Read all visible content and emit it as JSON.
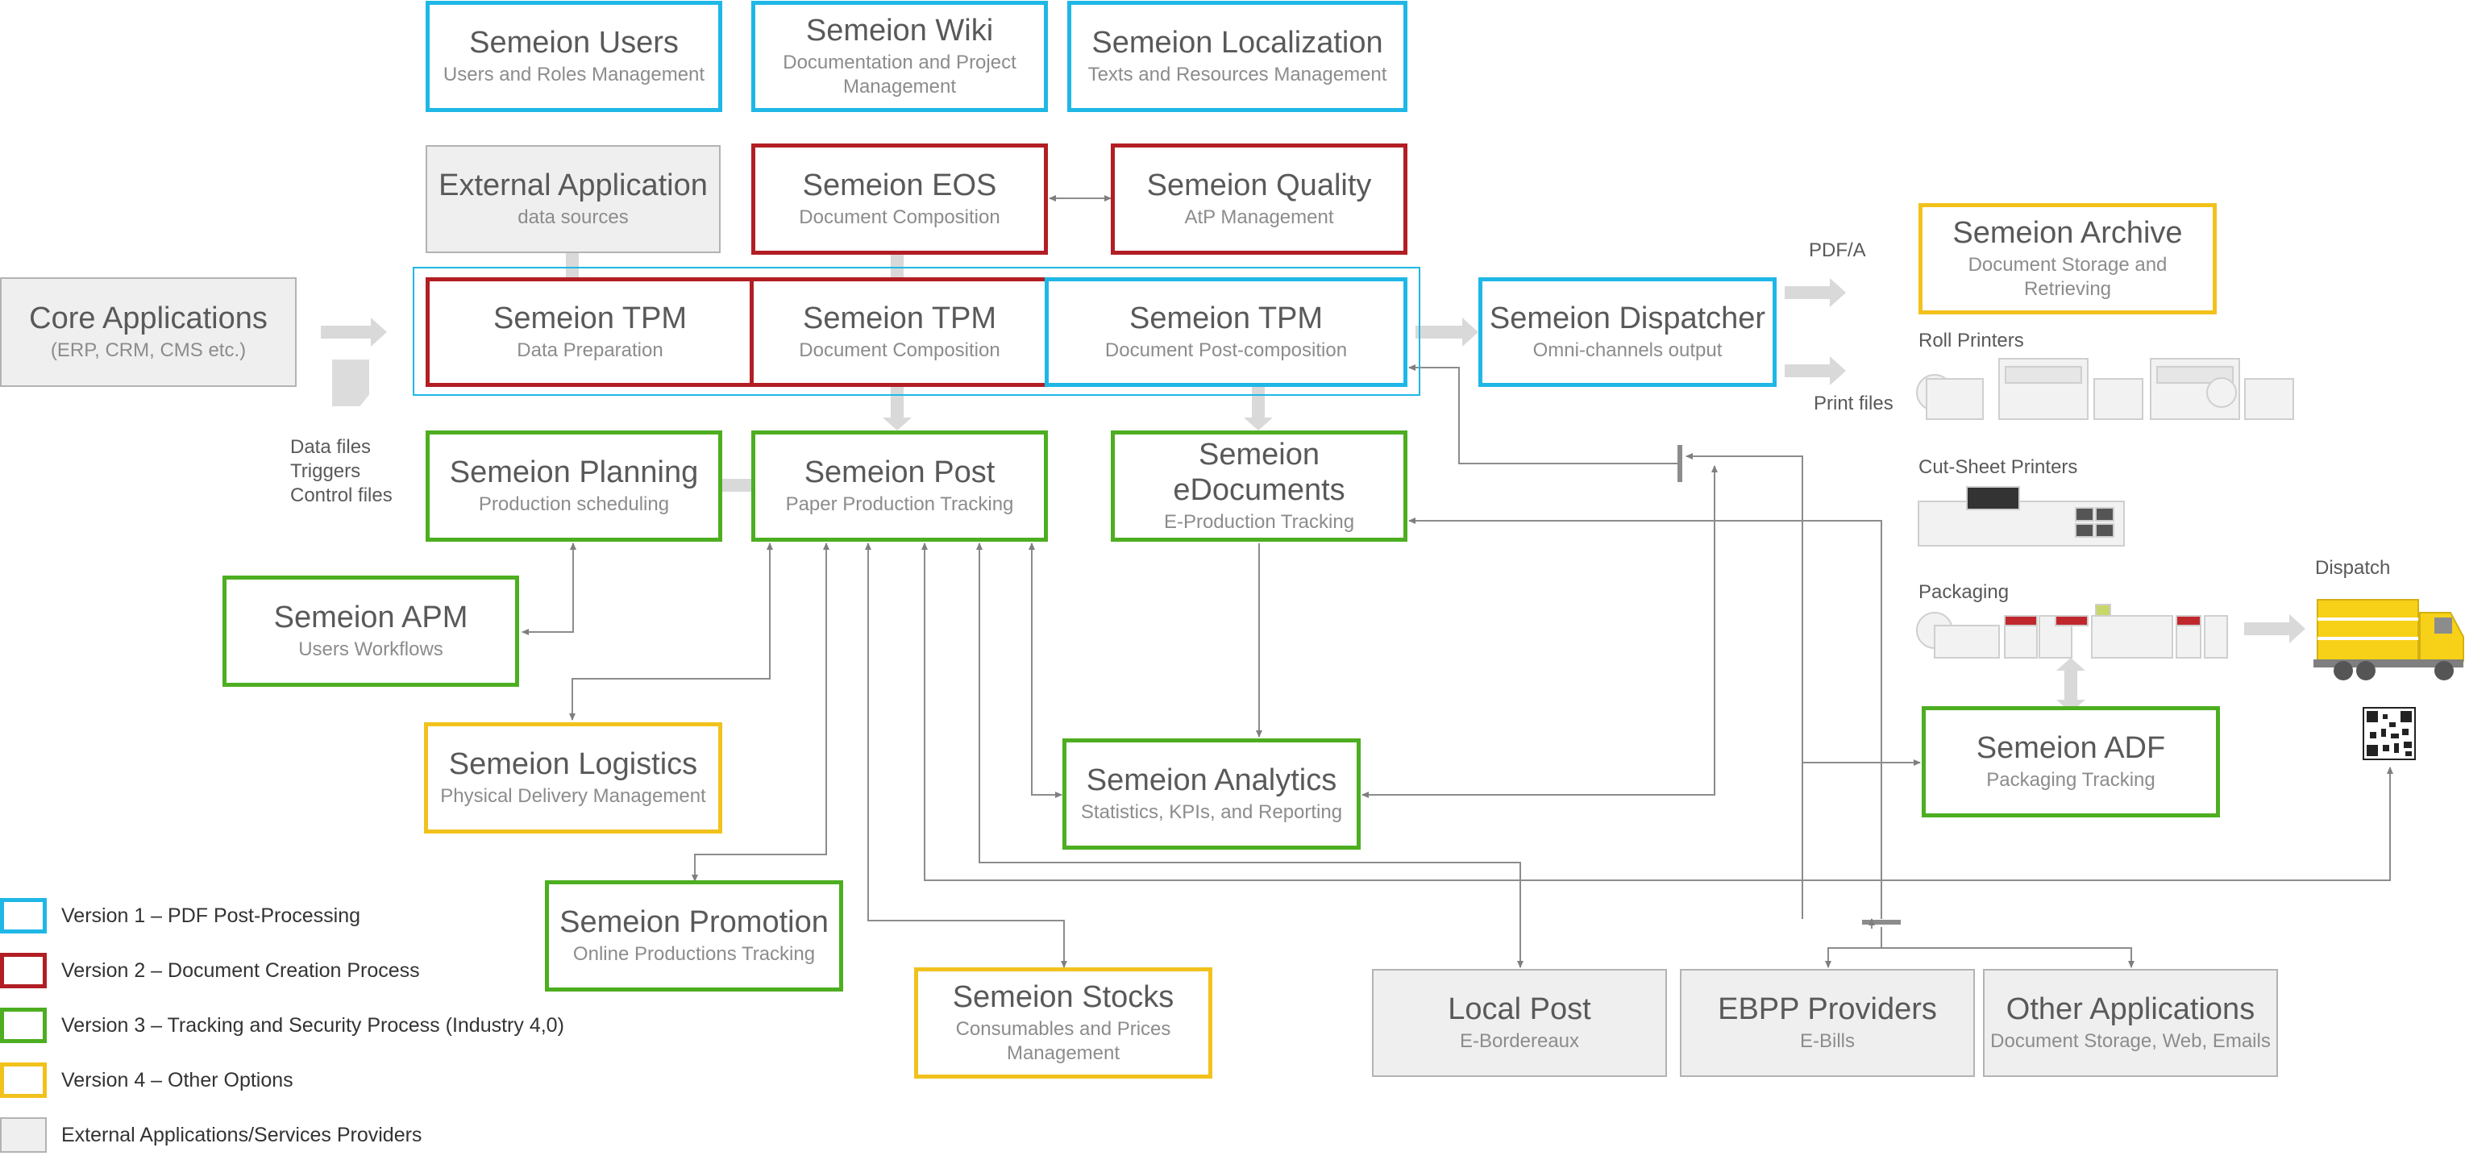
{
  "nodes": {
    "users": {
      "title": "Semeion Users",
      "sub": "Users and Roles Management"
    },
    "wiki": {
      "title": "Semeion Wiki",
      "sub1": "Documentation and Project",
      "sub2": "Management"
    },
    "localization": {
      "title": "Semeion Localization",
      "sub": "Texts and Resources Management"
    },
    "external": {
      "title": "External Application",
      "sub": "data sources"
    },
    "eos": {
      "title": "Semeion EOS",
      "sub": "Document Composition"
    },
    "quality": {
      "title": "Semeion Quality",
      "sub": "AtP Management"
    },
    "core": {
      "title": "Core Applications",
      "sub": "(ERP, CRM, CMS etc.)"
    },
    "tpm1": {
      "title": "Semeion TPM",
      "sub": "Data Preparation"
    },
    "tpm2": {
      "title": "Semeion TPM",
      "sub": "Document Composition"
    },
    "tpm3": {
      "title": "Semeion TPM",
      "sub": "Document Post-composition"
    },
    "dispatcher": {
      "title": "Semeion Dispatcher",
      "sub": "Omni-channels output"
    },
    "archive": {
      "title": "Semeion Archive",
      "sub1": "Document Storage and",
      "sub2": "Retrieving"
    },
    "planning": {
      "title": "Semeion Planning",
      "sub": "Production scheduling"
    },
    "post": {
      "title": "Semeion Post",
      "sub": "Paper Production Tracking"
    },
    "edocs": {
      "title1": "Semeion",
      "title2": "eDocuments",
      "sub": "E-Production Tracking"
    },
    "apm": {
      "title": "Semeion APM",
      "sub": "Users Workflows"
    },
    "logistics": {
      "title": "Semeion Logistics",
      "sub": "Physical Delivery Management"
    },
    "analytics": {
      "title": "Semeion Analytics",
      "sub": "Statistics, KPIs, and Reporting"
    },
    "adf": {
      "title": "Semeion ADF",
      "sub": "Packaging Tracking"
    },
    "promotion": {
      "title": "Semeion Promotion",
      "sub": "Online Productions Tracking"
    },
    "stocks": {
      "title": "Semeion Stocks",
      "sub1": "Consumables and Prices",
      "sub2": "Management"
    },
    "localpost": {
      "title": "Local Post",
      "sub": "E-Bordereaux"
    },
    "ebpp": {
      "title": "EBPP Providers",
      "sub": "E-Bills"
    },
    "other": {
      "title": "Other Applications",
      "sub": "Document Storage, Web, Emails"
    }
  },
  "labels": {
    "data_files": "Data files",
    "triggers": "Triggers",
    "control_files": "Control files",
    "pdfa": "PDF/A",
    "print_files": "Print files",
    "roll_printers": "Roll Printers",
    "cut_sheet": "Cut-Sheet Printers",
    "packaging": "Packaging",
    "dispatch": "Dispatch"
  },
  "legend": [
    {
      "text": "Version 1 – PDF Post-Processing",
      "color": "#1fb7e6"
    },
    {
      "text": "Version 2 – Document Creation Process",
      "color": "#b21e24"
    },
    {
      "text": "Version 3 – Tracking and Security Process (Industry 4,0)",
      "color": "#4cae20"
    },
    {
      "text": "Version 4 – Other Options",
      "color": "#f2c21c"
    },
    {
      "text": "External Applications/Services Providers",
      "color": "#efefef"
    }
  ],
  "colors": {
    "version1": "#1fb7e6",
    "version2": "#b21e24",
    "version3": "#4cae20",
    "version4": "#f2c21c",
    "external": "#efefef",
    "connector": "#7f7f7f",
    "big_arrow": "#d9d9d9"
  }
}
